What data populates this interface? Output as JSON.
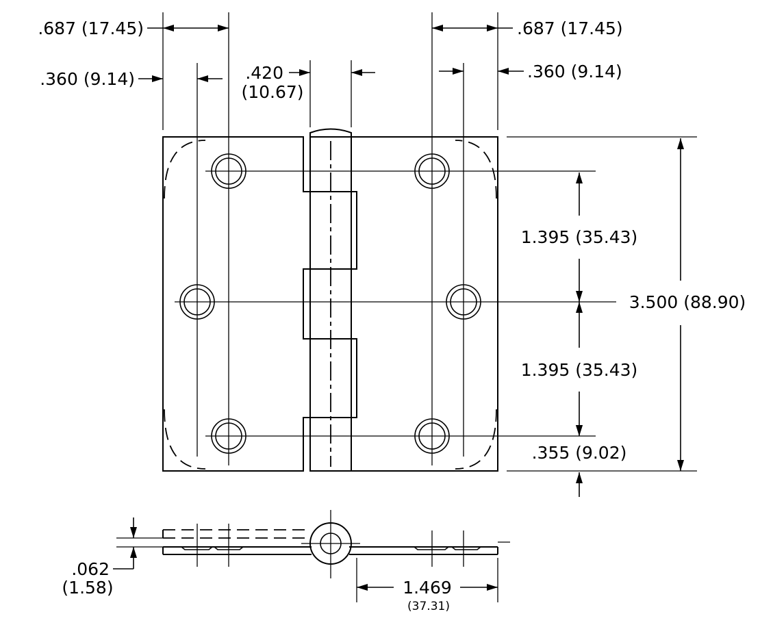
{
  "dimensions": {
    "top_left_687": ".687  (17.45)",
    "top_left_360": ".360  (9.14)",
    "knuckle_420": ".420",
    "knuckle_420_mm": "(10.67)",
    "top_right_687": ".687  (17.45)",
    "top_right_360": ".360  (9.14)",
    "upper_1395": "1.395  (35.43)",
    "lower_1395": "1.395  (35.43)",
    "overall_3500": "3.500  (88.90)",
    "bottom_355": ".355  (9.02)",
    "thickness_062": ".062",
    "thickness_062_mm": "(1.58)",
    "leaf_1469": "1.469",
    "leaf_1469_mm": "(37.31)"
  }
}
